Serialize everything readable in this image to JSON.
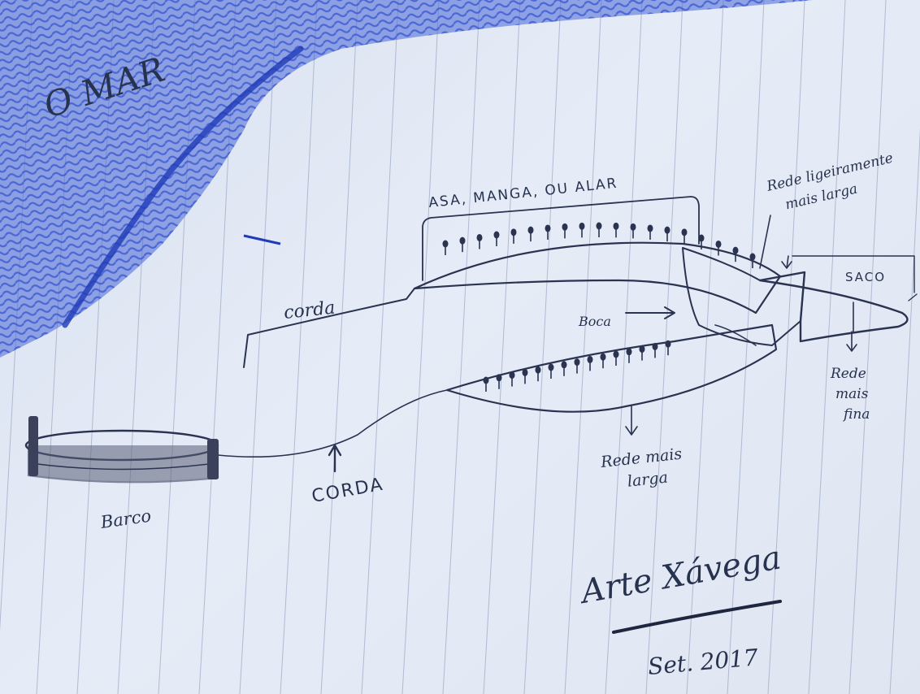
{
  "colors": {
    "paper": "#e1e8f4",
    "ruled_line": "#9aa6c2",
    "pencil_ink": "#2a3350",
    "crayon_blue": "#2f4fcf"
  },
  "sea": {
    "label": "O MAR"
  },
  "net": {
    "wing_label": "ASA, MANGA, OU ALAR",
    "mouth_label": "Boca",
    "mesh_medium_label": [
      "Rede ligeiramente",
      "mais larga"
    ],
    "bag_label": "SACO",
    "mesh_fine_label": [
      "Rede",
      "mais",
      "fina"
    ],
    "mesh_wide_label": [
      "Rede mais",
      "larga"
    ]
  },
  "rope": {
    "upper_label": "corda",
    "lower_label": "CORDA"
  },
  "boat": {
    "label": "Barco"
  },
  "footer": {
    "signature": "Arte Xávega",
    "date": "Set. 2017"
  }
}
